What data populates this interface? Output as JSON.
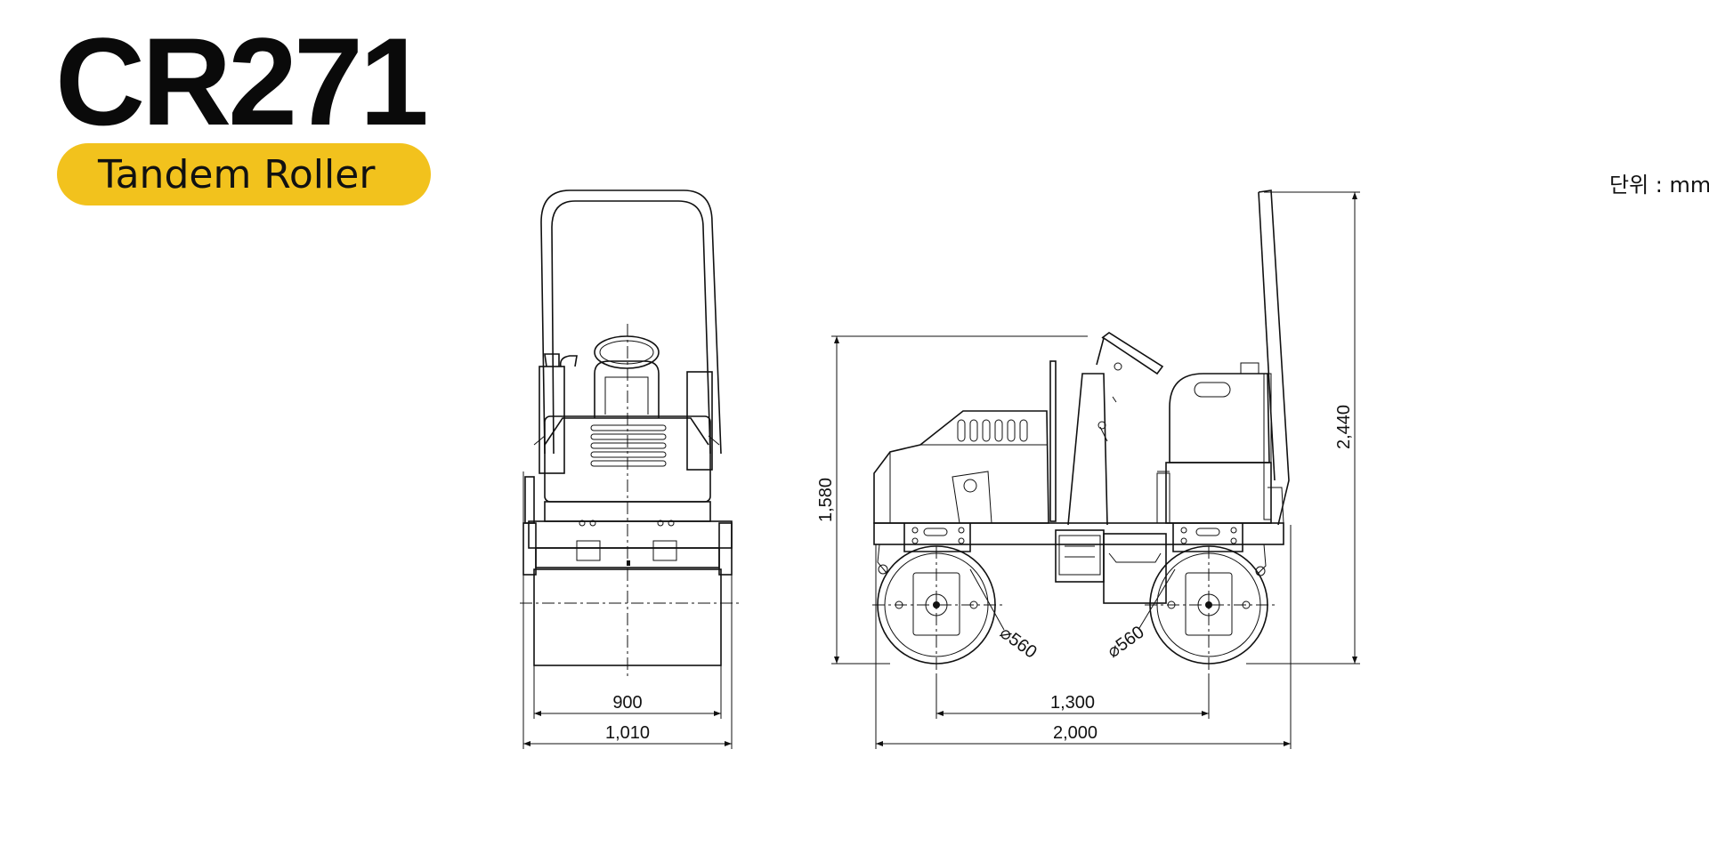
{
  "header": {
    "model": "CR271",
    "subtitle": "Tandem Roller",
    "unit_label": "단위 : mm"
  },
  "front_view": {
    "drum_width": "900",
    "overall_width": "1,010"
  },
  "side_view": {
    "height_at_hood": "1,580",
    "overall_height": "2,440",
    "wheelbase": "1,300",
    "overall_length": "2,000",
    "front_drum_diameter": "⌀560",
    "rear_drum_diameter": "⌀560"
  },
  "colors": {
    "accent": "#F2C21D",
    "line": "#111111",
    "background": "#FFFFFF"
  }
}
